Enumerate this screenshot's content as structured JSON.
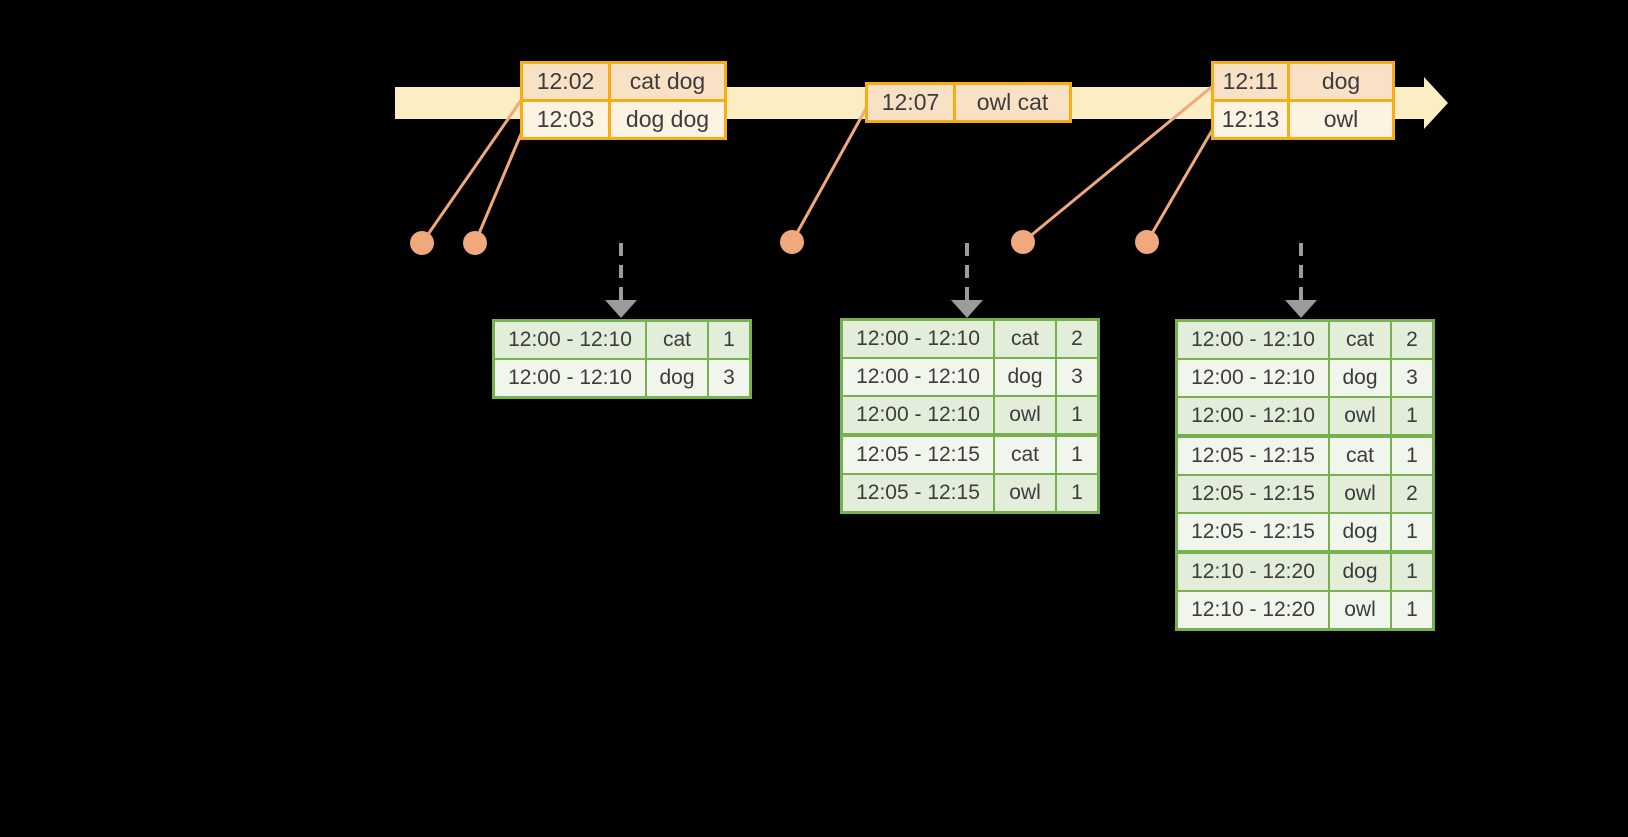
{
  "colors": {
    "background": "#000000",
    "timeline_band": "#FBEDC4",
    "event_border": "#F6AE14",
    "event_row_dark": "#F9E1C6",
    "event_row_light": "#FCF3E3",
    "result_border": "#77B04F",
    "result_row_dark": "#E3EEDA",
    "result_row_light": "#F1F6EC",
    "connector": "#F0A87D",
    "trigger_gray": "#9C9C9C",
    "text": "#3C3C3C"
  },
  "event_tables": [
    {
      "rows": [
        {
          "time": "12:02",
          "words": "cat dog"
        },
        {
          "time": "12:03",
          "words": "dog dog"
        }
      ]
    },
    {
      "rows": [
        {
          "time": "12:07",
          "words": "owl cat"
        }
      ]
    },
    {
      "rows": [
        {
          "time": "12:11",
          "words": "dog"
        },
        {
          "time": "12:13",
          "words": "owl"
        }
      ]
    }
  ],
  "result_tables": [
    {
      "rows": [
        {
          "window": "12:00 - 12:10",
          "word": "cat",
          "count": "1"
        },
        {
          "window": "12:00 - 12:10",
          "word": "dog",
          "count": "3"
        }
      ]
    },
    {
      "rows": [
        {
          "window": "12:00 - 12:10",
          "word": "cat",
          "count": "2"
        },
        {
          "window": "12:00 - 12:10",
          "word": "dog",
          "count": "3"
        },
        {
          "window": "12:00 - 12:10",
          "word": "owl",
          "count": "1"
        },
        {
          "window": "12:05 - 12:15",
          "word": "cat",
          "count": "1"
        },
        {
          "window": "12:05 - 12:15",
          "word": "owl",
          "count": "1"
        }
      ]
    },
    {
      "rows": [
        {
          "window": "12:00 - 12:10",
          "word": "cat",
          "count": "2"
        },
        {
          "window": "12:00 - 12:10",
          "word": "dog",
          "count": "3"
        },
        {
          "window": "12:00 - 12:10",
          "word": "owl",
          "count": "1"
        },
        {
          "window": "12:05 - 12:15",
          "word": "cat",
          "count": "1"
        },
        {
          "window": "12:05 - 12:15",
          "word": "owl",
          "count": "2"
        },
        {
          "window": "12:05 - 12:15",
          "word": "dog",
          "count": "1"
        },
        {
          "window": "12:10 - 12:20",
          "word": "dog",
          "count": "1"
        },
        {
          "window": "12:10 - 12:20",
          "word": "owl",
          "count": "1"
        }
      ]
    }
  ]
}
